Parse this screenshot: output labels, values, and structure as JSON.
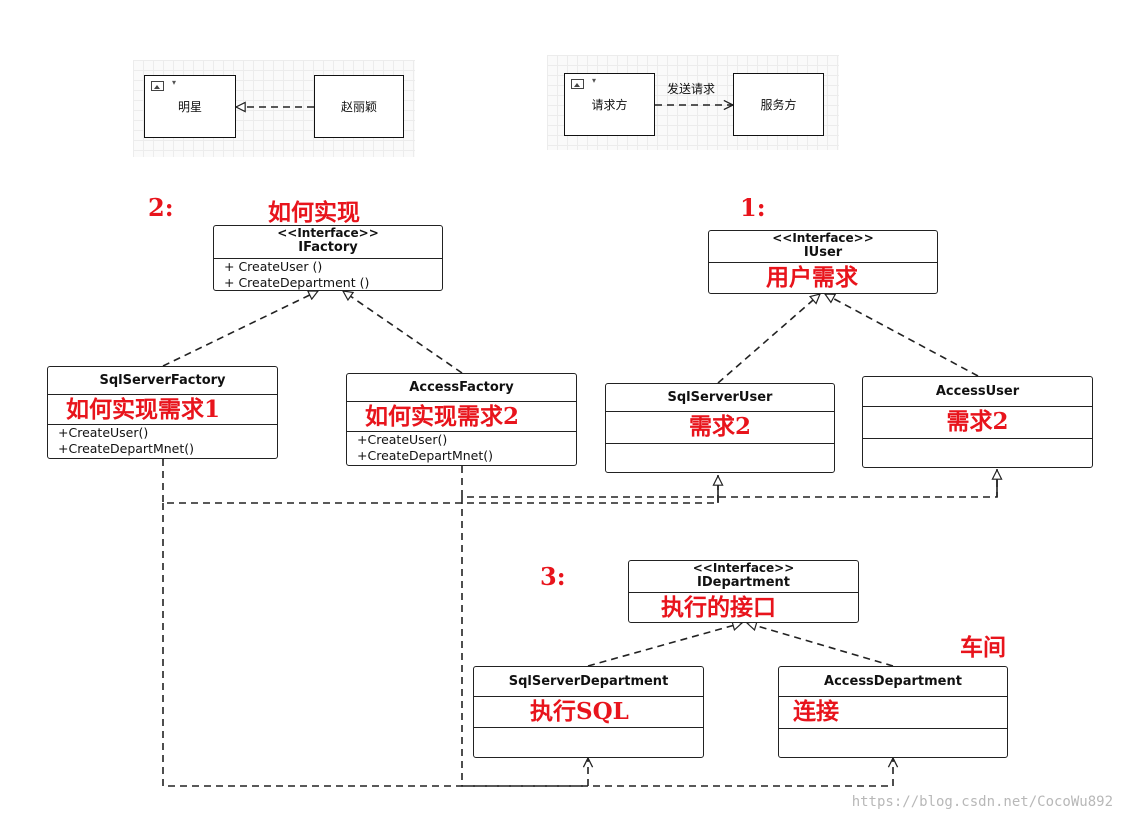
{
  "legend": {
    "dependency": {
      "source": "赵丽颖",
      "target": "明星"
    },
    "request": {
      "source": "请求方",
      "target": "服务方",
      "label": "发送请求"
    }
  },
  "sections": {
    "s1": {
      "number": "1:",
      "note": ""
    },
    "s2": {
      "number": "2:",
      "note": "如何实现"
    },
    "s3": {
      "number": "3:",
      "note": "车间"
    }
  },
  "classes": {
    "ifactory": {
      "stereotype": "<<Interface>>",
      "name": "IFactory",
      "ops": [
        "+ CreateUser ()",
        "+ CreateDepartment ()"
      ]
    },
    "sqlserverfactory": {
      "name": "SqlServerFactory",
      "note": "如何实现需求1",
      "ops": [
        "+CreateUser()",
        "+CreateDepartMnet()"
      ]
    },
    "accessfactory": {
      "name": "AccessFactory",
      "note": "如何实现需求2",
      "ops": [
        "+CreateUser()",
        "+CreateDepartMnet()"
      ]
    },
    "iuser": {
      "stereotype": "<<Interface>>",
      "name": "IUser",
      "note": "用户需求"
    },
    "sqlserveruser": {
      "name": "SqlServerUser",
      "note": "需求2"
    },
    "accessuser": {
      "name": "AccessUser",
      "note": "需求2"
    },
    "idepartment": {
      "stereotype": "<<Interface>>",
      "name": "IDepartment",
      "note": "执行的接口"
    },
    "sqlserverdepartment": {
      "name": "SqlServerDepartment",
      "note": "执行SQL"
    },
    "accessdepartment": {
      "name": "AccessDepartment",
      "note": "连接"
    }
  },
  "watermark": "https://blog.csdn.net/CocoWu892",
  "colors": {
    "annotation": "#e8141c",
    "line": "#222222"
  }
}
